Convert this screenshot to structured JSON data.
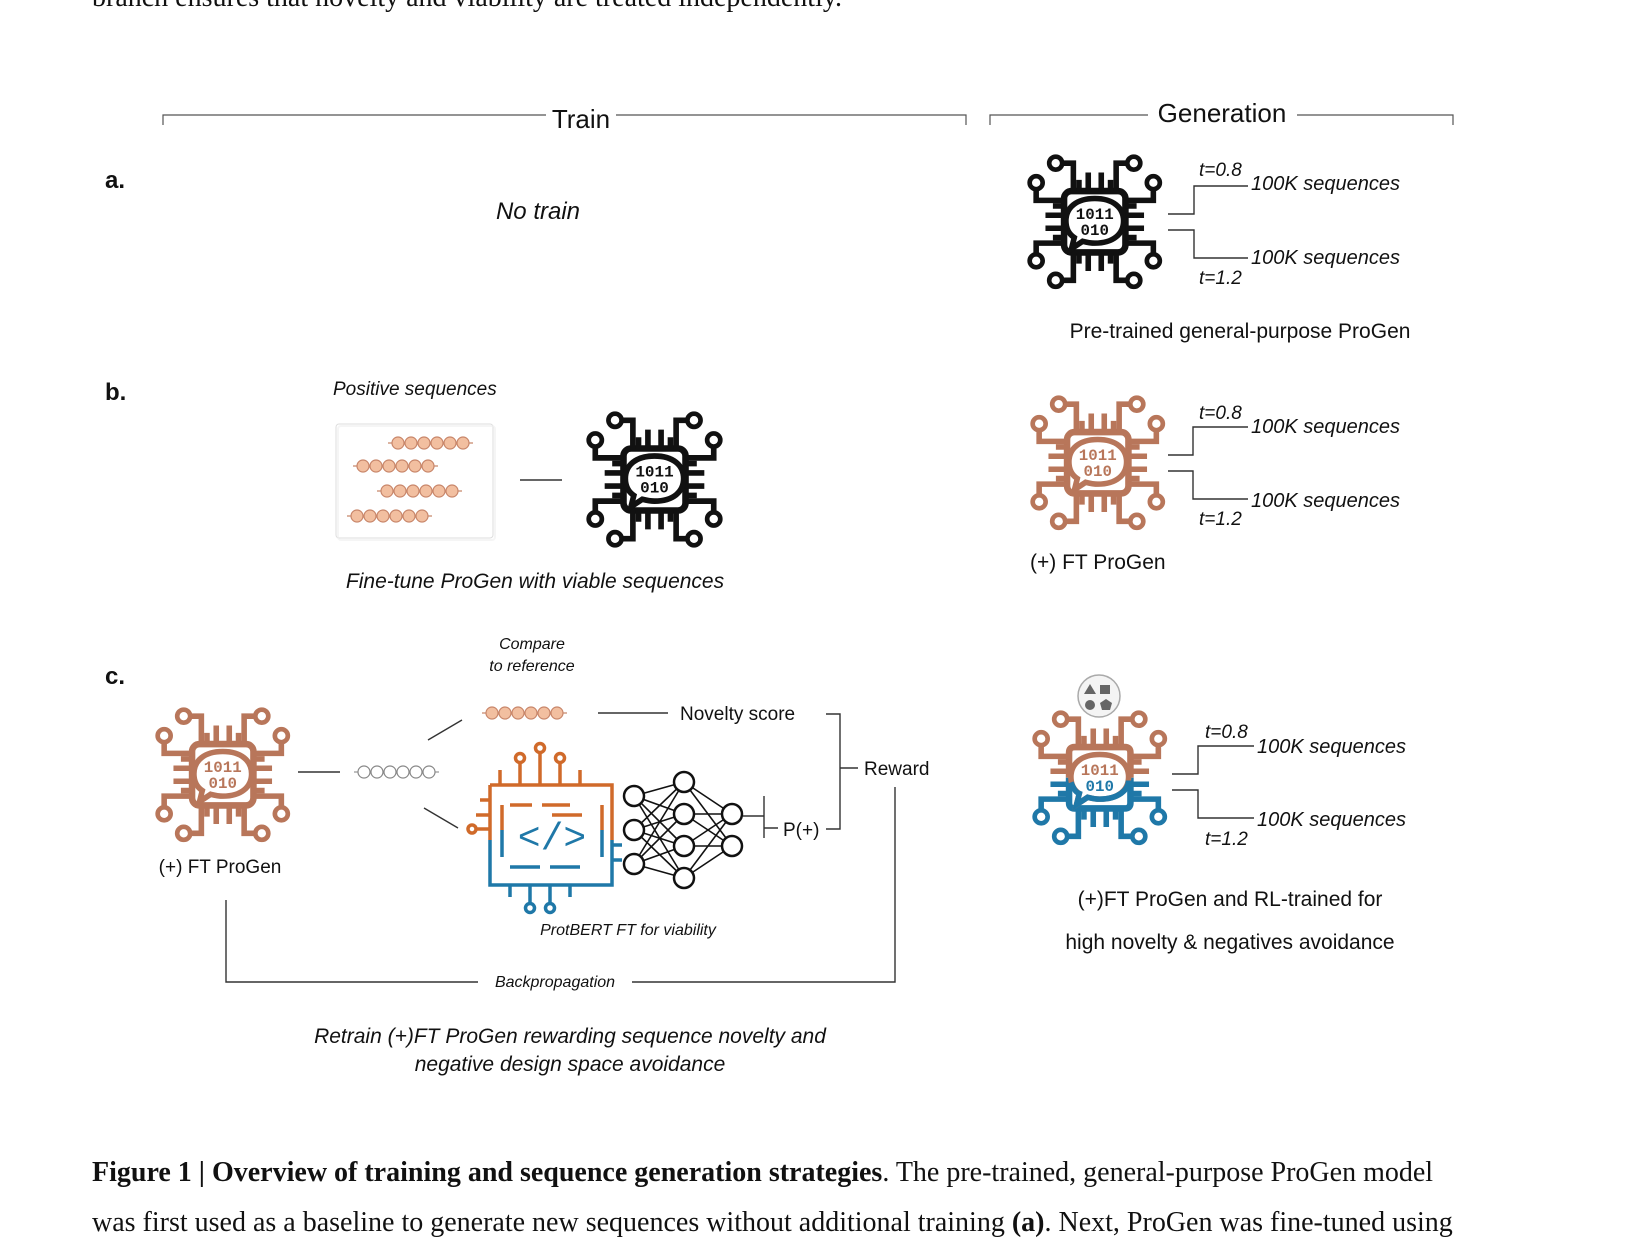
{
  "top_text": "branch ensures that novelty and viability are treated independently.",
  "headers": {
    "train": "Train",
    "generation": "Generation"
  },
  "panels": {
    "a": {
      "letter": "a.",
      "train_text": "No train",
      "temp_high": "t=0.8",
      "temp_low": "t=1.2",
      "seq_high": "100K sequences",
      "seq_low": "100K sequences",
      "model_label": "Pre-trained general-purpose ProGen"
    },
    "b": {
      "letter": "b.",
      "positive_label": "Positive sequences",
      "train_caption": "Fine-tune ProGen with viable sequences",
      "temp_high": "t=0.8",
      "temp_low": "t=1.2",
      "seq_high": "100K sequences",
      "seq_low": "100K sequences",
      "model_label": "(+) FT ProGen"
    },
    "c": {
      "letter": "c.",
      "compare_line1": "Compare",
      "compare_line2": "to reference",
      "novelty": "Novelty score",
      "reward": "Reward",
      "ppos": "P(+)",
      "model_left": "(+) FT ProGen",
      "protbert": "ProtBERT FT for viability",
      "backprop": "Backpropagation",
      "train_caption1": "Retrain (+)FT ProGen rewarding sequence novelty and",
      "train_caption2": "negative design space avoidance",
      "temp_high": "t=0.8",
      "temp_low": "t=1.2",
      "seq_high": "100K sequences",
      "seq_low": "100K sequences",
      "model_label1": "(+)FT ProGen and RL-trained for",
      "model_label2": "high novelty & negatives avoidance"
    }
  },
  "caption": {
    "bold": "Figure 1 | Overview of training and sequence generation strategies",
    "rest": ". The pre-trained, general-purpose ProGen model",
    "line2a": "was first used as a baseline to generate new sequences without additional training ",
    "line2b": "(a)",
    "line2c": ". Next, ProGen was fine-tuned using"
  },
  "colors": {
    "black": "#111111",
    "brown": "#b8765a",
    "blue": "#1f78a8",
    "orange": "#d06a2a",
    "bead": "#f2bfa0",
    "bead_stroke": "#c8866a"
  },
  "icons": [
    "chip-icon",
    "speech-bubble-icon",
    "code-icon",
    "neural-network-icon",
    "shapes-icon"
  ]
}
